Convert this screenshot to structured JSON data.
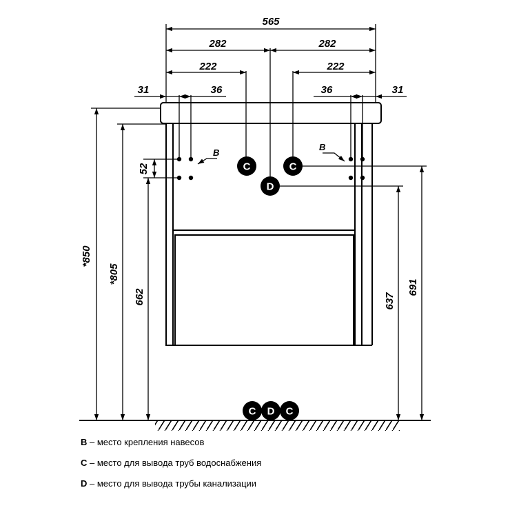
{
  "dimensions": {
    "overall_width": "565",
    "half_left": "282",
    "half_right": "282",
    "c_left": "222",
    "c_right": "222",
    "edge_left": "31",
    "hole_left": "36",
    "hole_right": "36",
    "edge_right": "31",
    "hinge_spacing": "52",
    "total_height": "*850",
    "body_height": "*805",
    "hinge_height": "662",
    "drain_height": "637",
    "water_height": "691"
  },
  "markers": {
    "b": "B",
    "c": "C",
    "d": "D"
  },
  "legend": [
    {
      "key": "B",
      "text": " – место крепления навесов"
    },
    {
      "key": "C",
      "text": " – место для вывода труб водоснабжения"
    },
    {
      "key": "D",
      "text": " – место для вывода трубы канализации"
    }
  ]
}
